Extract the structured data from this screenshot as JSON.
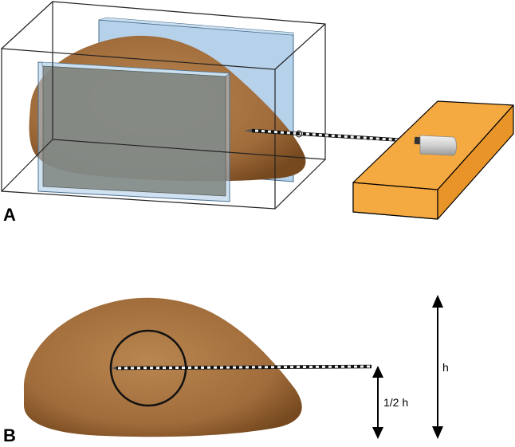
{
  "panels": {
    "a": {
      "label": "A"
    },
    "b": {
      "label": "B"
    }
  },
  "dimensions": {
    "full_height": "h",
    "half_height": "1/2 h"
  },
  "colors": {
    "tissue_light": "#b07a45",
    "tissue_dark": "#7b4f28",
    "glass_plate": "#a9c9e6",
    "glass_plate_edge": "#4a6f8f",
    "front_plate": "#8a8e86",
    "stage_block": "#f5a941",
    "stage_block_edge": "#000000",
    "ultrasound_probe": "#c8c8c8"
  },
  "icons": {
    "box": "wireframe-box-icon",
    "needle": "striped-needle-icon",
    "probe": "probe-head-icon",
    "arrow": "double-arrow-icon"
  }
}
